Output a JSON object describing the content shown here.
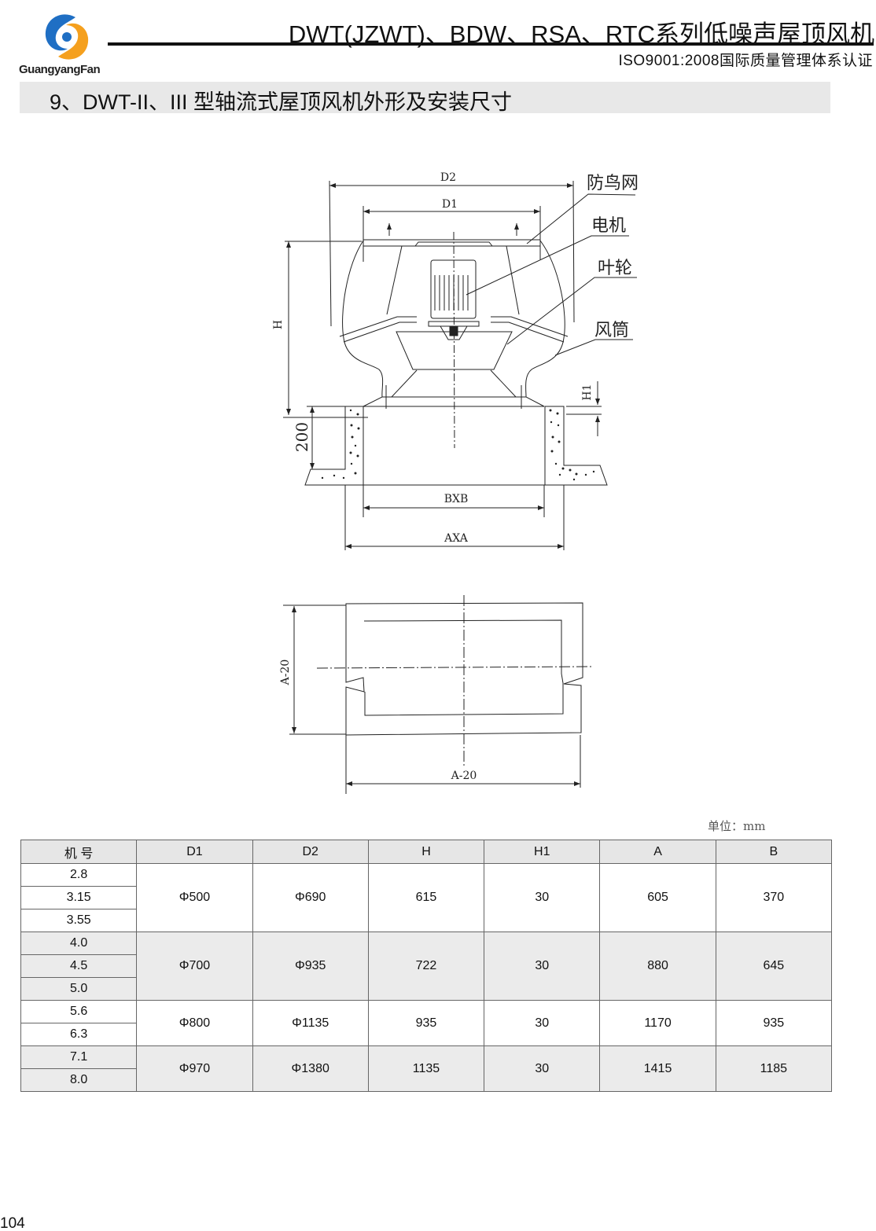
{
  "header": {
    "brand": "GuangyangFan",
    "title": "DWT(JZWT)、BDW、RSA、RTC系列低噪声屋顶风机",
    "subtitle": "ISO9001:2008国际质量管理体系认证",
    "colors": {
      "logo_blue": "#1f6fc4",
      "logo_orange": "#f5a01e"
    }
  },
  "section_title": "9、DWT-II、III  型轴流式屋顶风机外形及安装尺寸",
  "drawing1": {
    "d2": "D2",
    "d1": "D1",
    "h": "H",
    "h1": "H1",
    "dim200": "200",
    "bxb": "BXB",
    "axa": "AXA",
    "labels": {
      "bird_net": "防鸟网",
      "motor": "电机",
      "impeller": "叶轮",
      "duct": "风筒"
    }
  },
  "drawing2": {
    "vertical": "A-20",
    "horizontal": "A-20"
  },
  "unit": "单位：mm",
  "table": {
    "headers": [
      "机  号",
      "D1",
      "D2",
      "H",
      "H1",
      "A",
      "B"
    ],
    "groups": [
      {
        "models": [
          "2.8",
          "3.15",
          "3.55"
        ],
        "D1": "Φ500",
        "D2": "Φ690",
        "H": "615",
        "H1": "30",
        "A": "605",
        "B": "370"
      },
      {
        "models": [
          "4.0",
          "4.5",
          "5.0"
        ],
        "D1": "Φ700",
        "D2": "Φ935",
        "H": "722",
        "H1": "30",
        "A": "880",
        "B": "645"
      },
      {
        "models": [
          "5.6",
          "6.3"
        ],
        "D1": "Φ800",
        "D2": "Φ1135",
        "H": "935",
        "H1": "30",
        "A": "1170",
        "B": "935"
      },
      {
        "models": [
          "7.1",
          "8.0"
        ],
        "D1": "Φ970",
        "D2": "Φ1380",
        "H": "1135",
        "H1": "30",
        "A": "1415",
        "B": "1185"
      }
    ]
  },
  "page_number": "104"
}
